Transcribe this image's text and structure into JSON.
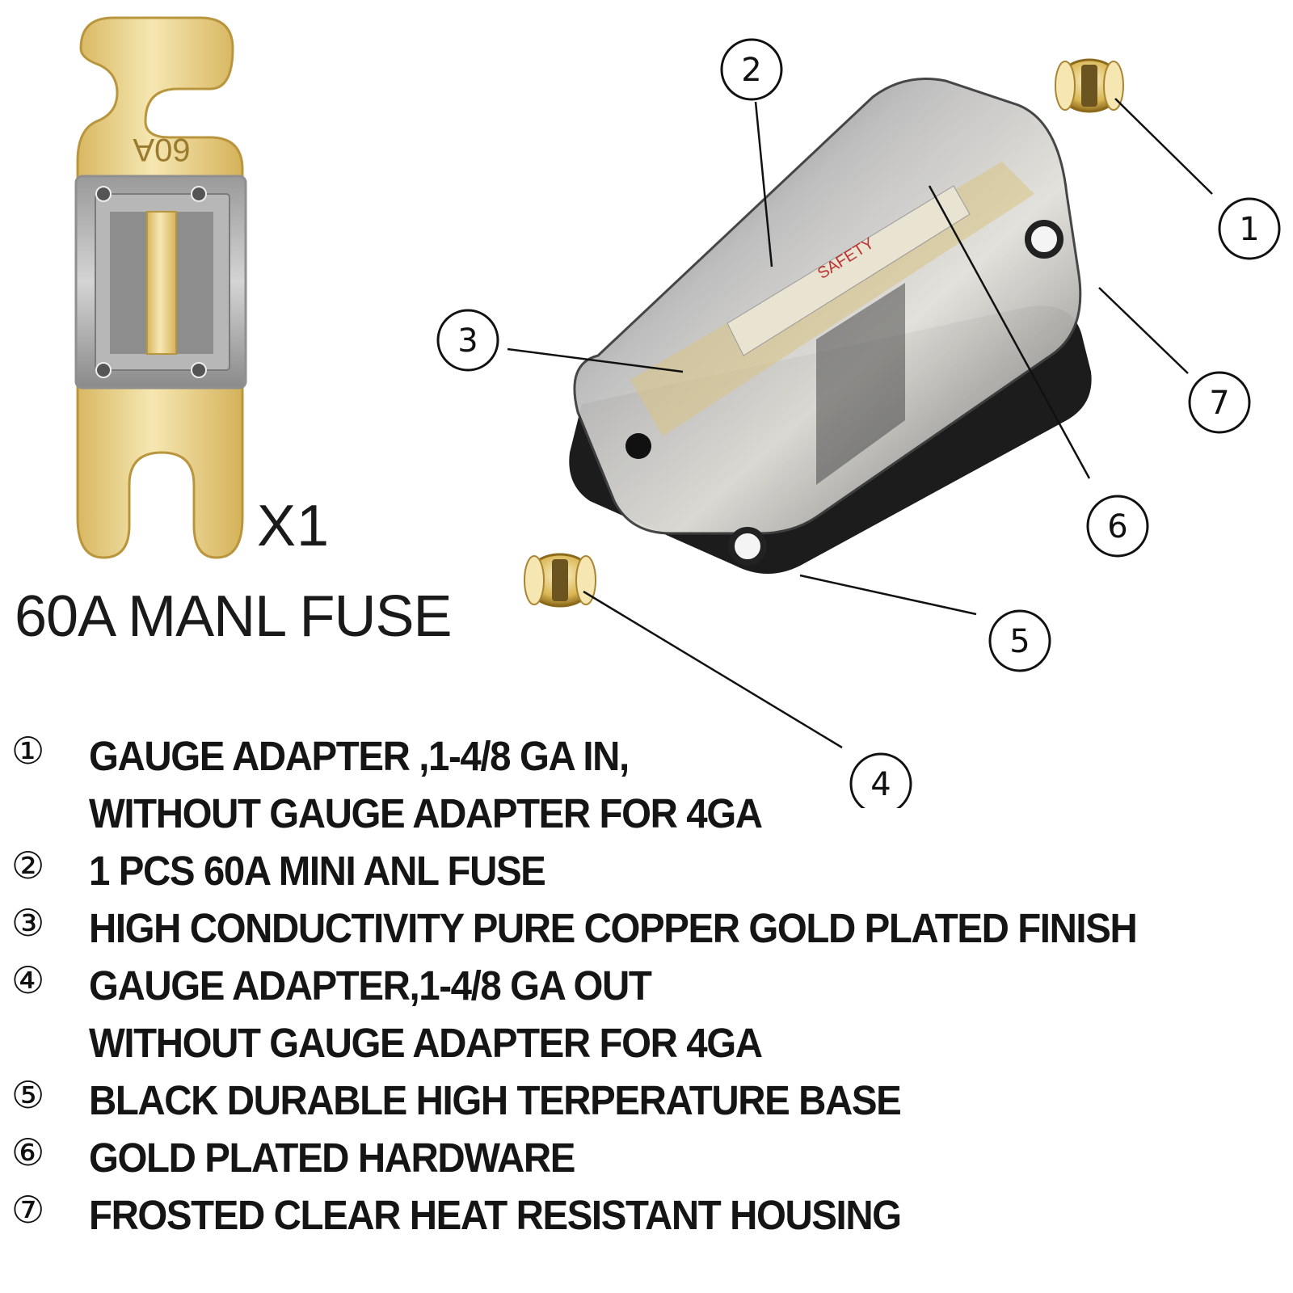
{
  "fuse": {
    "stamp": "60A",
    "quantity": "X1",
    "title": "60A MANL FUSE"
  },
  "callouts": [
    "1",
    "2",
    "3",
    "4",
    "5",
    "6",
    "7"
  ],
  "holder_label": "SAFETY",
  "features": [
    {
      "marker": "①",
      "lines": [
        "GAUGE ADAPTER ,1-4/8 GA IN,",
        "WITHOUT GAUGE ADAPTER FOR 4GA"
      ]
    },
    {
      "marker": "②",
      "lines": [
        "1 PCS 60A MINI ANL FUSE"
      ]
    },
    {
      "marker": "③",
      "lines": [
        "HIGH CONDUCTIVITY PURE COPPER  GOLD  PLATED FINISH"
      ]
    },
    {
      "marker": "④",
      "lines": [
        "GAUGE ADAPTER,1-4/8 GA OUT",
        "WITHOUT GAUGE ADAPTER FOR 4GA"
      ]
    },
    {
      "marker": "⑤",
      "lines": [
        "BLACK DURABLE HIGH TERPERATURE BASE"
      ]
    },
    {
      "marker": "⑥",
      "lines": [
        "GOLD PLATED HARDWARE"
      ]
    },
    {
      "marker": "⑦",
      "lines": [
        "FROSTED  CLEAR HEAT RESISTANT HOUSING"
      ]
    }
  ],
  "colors": {
    "gold": "#e8cf7a",
    "gold_dark": "#b9963d",
    "housing": "#c9c9c9",
    "base": "#1a1a1a"
  }
}
